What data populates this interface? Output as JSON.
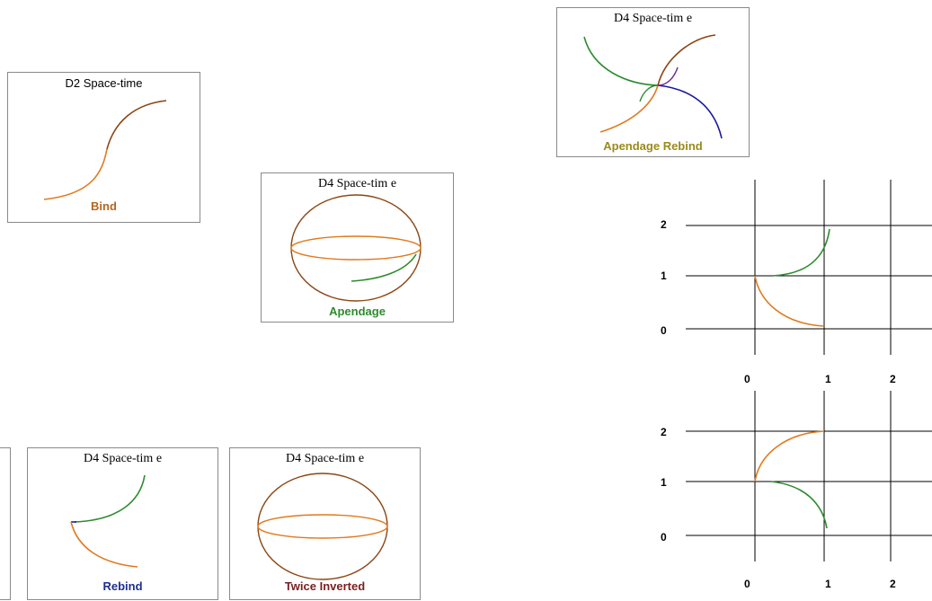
{
  "panels": {
    "d2_bind": {
      "title": "D2 Space-time",
      "label": "Bind",
      "label_color": "#b5651d"
    },
    "d4_apendage": {
      "title": "D4 Space-tim e",
      "label": "Apendage",
      "label_color": "#2e8b2e"
    },
    "d4_apendage_rebind": {
      "title": "D4 Space-tim e",
      "label": "Apendage Rebind",
      "label_color": "#9a8a1a"
    },
    "d4_rebind": {
      "title": "D4 Space-tim e",
      "label": "Rebind",
      "label_color": "#1f2f8f"
    },
    "d4_twice_inverted": {
      "title": "D4 Space-tim e",
      "label": "Twice Inverted",
      "label_color": "#7a1f1f"
    }
  },
  "grids": {
    "top": {
      "y_ticks": [
        "2",
        "1",
        "0"
      ],
      "x_ticks": [
        "0",
        "1",
        "2"
      ]
    },
    "bottom": {
      "y_ticks": [
        "2",
        "1",
        "0"
      ],
      "x_ticks": [
        "0",
        "1",
        "2"
      ]
    }
  },
  "colors": {
    "orange": "#e07a1e",
    "brown": "#8b4513",
    "green": "#2e8b2e",
    "blue": "#1a1aa0",
    "purple": "#6a2a8a",
    "border": "#8a8a8a"
  }
}
